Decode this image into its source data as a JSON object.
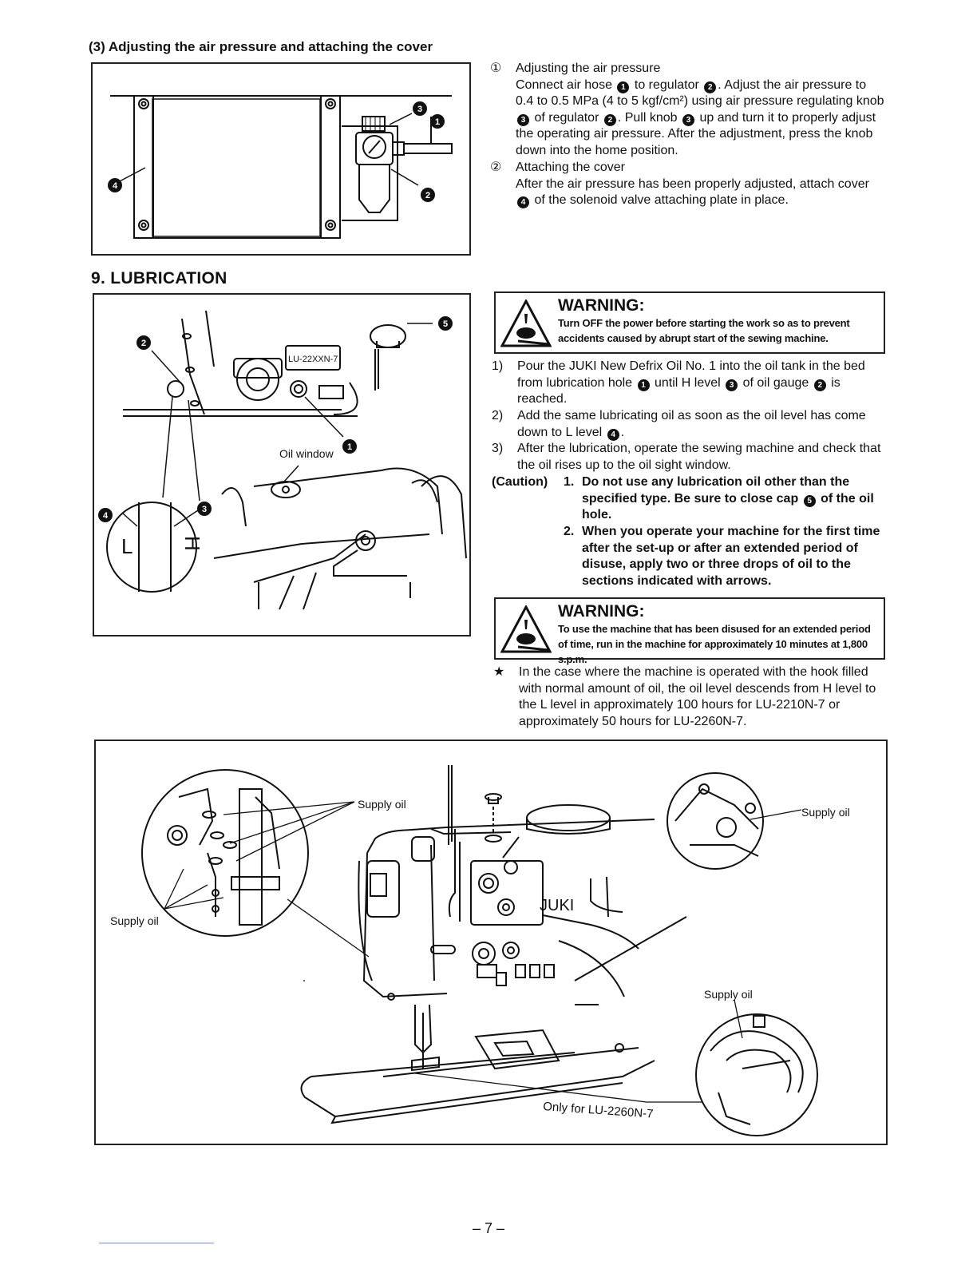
{
  "section_3": {
    "heading": "(3) Adjusting the air pressure and attaching the cover",
    "step1_marker": "①",
    "step1_title": "Adjusting the air pressure",
    "step1_text_a": "Connect air hose",
    "step1_text_b": "to regulator",
    "step1_text_c": ". Adjust the air pressure to 0.4 to 0.5 MPa (4 to 5 kgf/cm²) using air pressure regulating knob",
    "step1_text_d": "of regulator",
    "step1_text_e": ". Pull knob",
    "step1_text_f": "up and turn it to properly adjust the operating air pressure. After the adjustment, press the knob down into the home position.",
    "step2_marker": "②",
    "step2_title": "Attaching the cover",
    "step2_text_a": "After the air pressure has been properly adjusted, attach cover",
    "step2_text_b": "of the solenoid valve attaching plate in place.",
    "callouts": [
      "1",
      "2",
      "3",
      "4"
    ]
  },
  "section_9": {
    "heading": "9. LUBRICATION",
    "figure_labels": {
      "model_plate": "LU-22XXN-7",
      "oil_window": "Oil window",
      "level_low": "L",
      "level_high": "H"
    },
    "callouts": [
      "1",
      "2",
      "3",
      "4",
      "5"
    ],
    "warning1": {
      "title": "WARNING:",
      "body": "Turn OFF the power before starting the work so as to prevent accidents caused by abrupt start of the sewing machine."
    },
    "steps": [
      {
        "num": "1)",
        "text_a": "Pour the JUKI New Defrix Oil No. 1 into the oil tank in the bed from lubrication hole",
        "text_b": "until H level",
        "text_c": "of oil gauge",
        "text_d": "is reached."
      },
      {
        "num": "2)",
        "text_a": "Add the same lubricating oil as soon as the oil level has come down to L level",
        "text_b": "."
      },
      {
        "num": "3)",
        "text": "After the lubrication, operate the sewing machine and check that the oil rises up to the oil sight window."
      }
    ],
    "caution_label": "(Caution)",
    "caution1_num": "1.",
    "caution1_a": "Do not use any lubrication oil other than the specified type. Be sure to close cap",
    "caution1_b": "of the oil hole.",
    "caution2_num": "2.",
    "caution2": "When you operate your machine for the first time after the set-up or after an extended period of disuse, apply two or three drops of oil to the sections indicated with arrows.",
    "warning2": {
      "title": "WARNING:",
      "body": "To use the machine that has been disused for an extended period of time, run in the machine for approximately 10 minutes at 1,800 s.p.m."
    },
    "note_star": "★",
    "note": "In the case where the machine is operated with the hook filled with normal amount of oil, the oil level descends from H level to the L level in approximately 100 hours for LU-2210N-7 or approximately 50 hours for LU-2260N-7."
  },
  "bottom_figure": {
    "supply_oil_1": "Supply oil",
    "supply_oil_2": "Supply oil",
    "supply_oil_3": "Supply oil",
    "supply_oil_4": "Supply oil",
    "brand": "JUKI",
    "only_for": "Only for LU-2260N-7"
  },
  "footer": {
    "page_number": "– 7 –"
  }
}
